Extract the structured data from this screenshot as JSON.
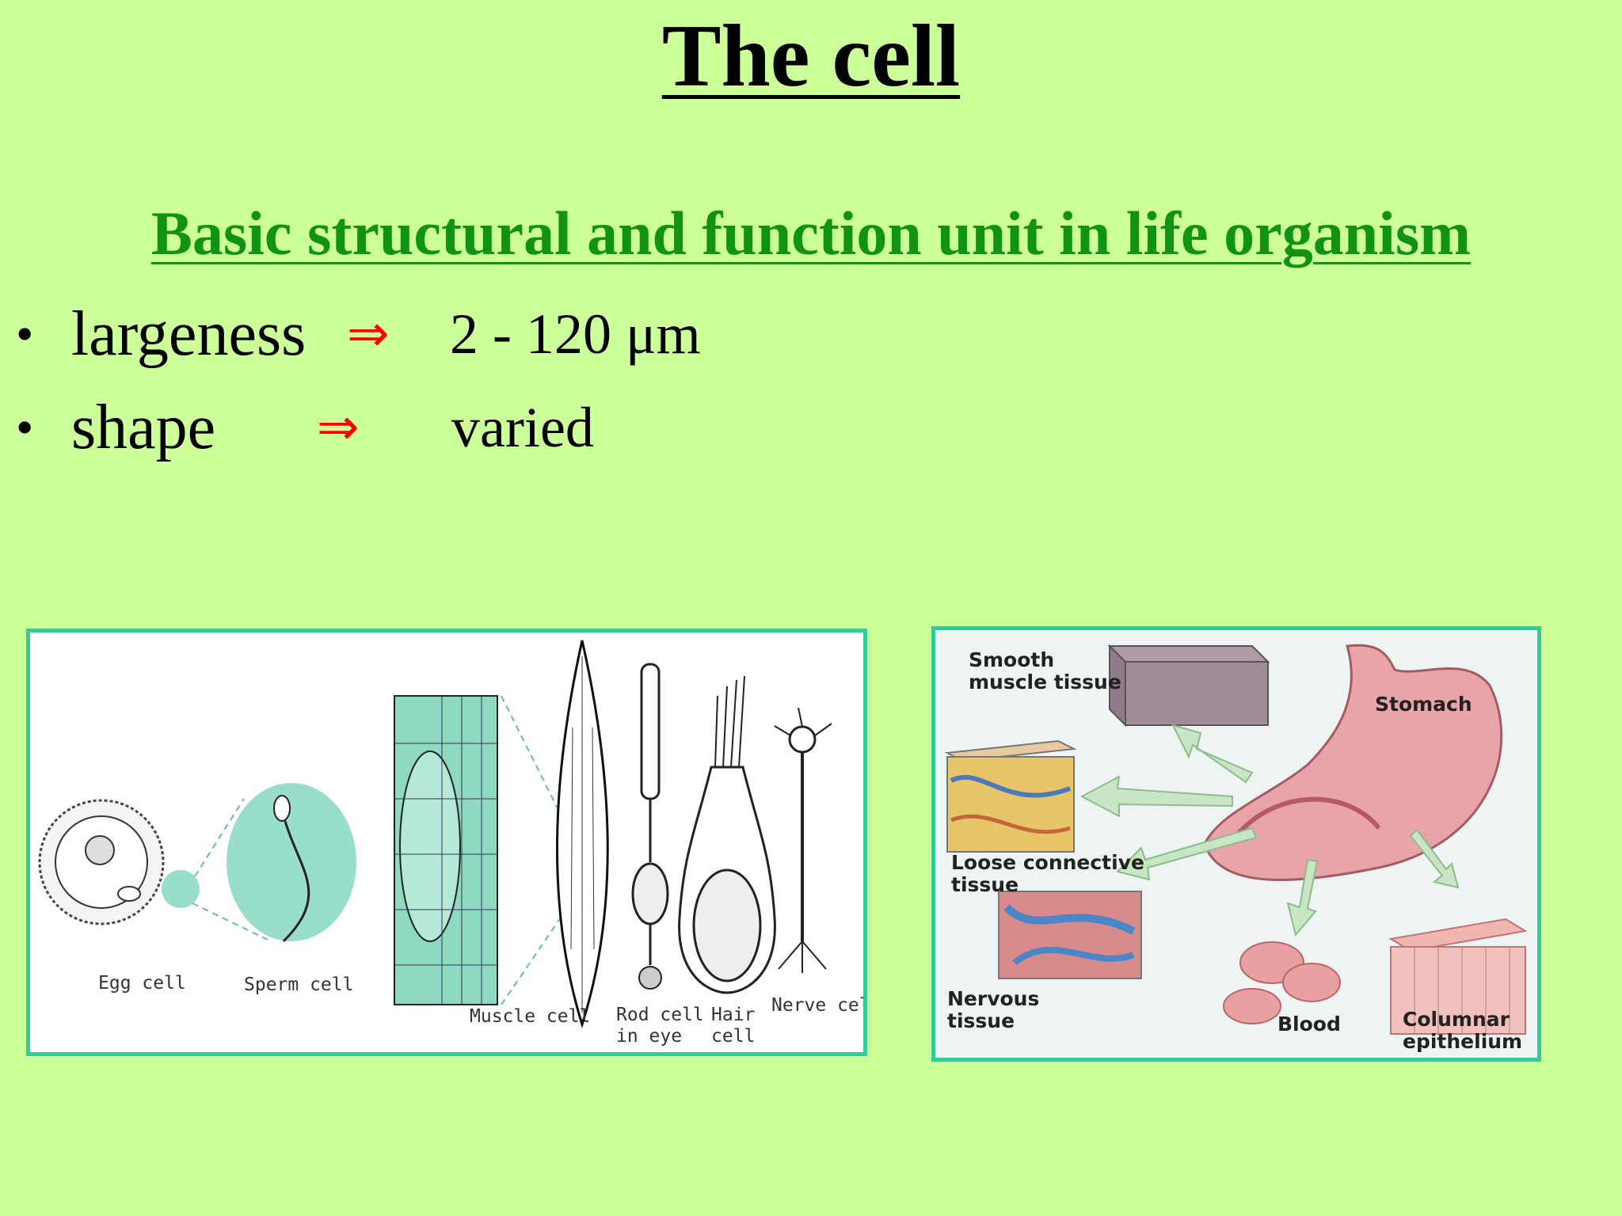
{
  "slide": {
    "title": "The cell",
    "subtitle": "Basic structural and function unit in life organism",
    "bullets": [
      {
        "term": "largeness",
        "arrow": "⇒",
        "value": "2 - 120 μm"
      },
      {
        "term": "shape",
        "arrow": "⇒",
        "value": "varied"
      }
    ],
    "bullet_glyph": "•"
  },
  "cell_figure": {
    "labels": {
      "egg": "Egg cell",
      "sperm": "Sperm cell",
      "muscle": "Muscle cell",
      "rod": "Rod cell\nin eye",
      "hair": "Hair\ncell",
      "nerve": "Nerve cell"
    }
  },
  "tissue_figure": {
    "labels": {
      "smooth": "Smooth\nmuscle tissue",
      "stomach": "Stomach",
      "loose": "Loose connective\ntissue",
      "nervous": "Nervous\ntissue",
      "blood": "Blood",
      "columnar": "Columnar\nepithelium"
    }
  },
  "colors": {
    "background": "#ccff99",
    "subtitle": "#129212",
    "arrow": "#ff0000",
    "panel_border": "#33cc99"
  }
}
